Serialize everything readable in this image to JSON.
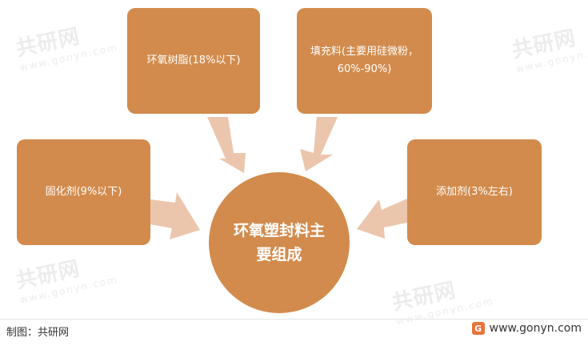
{
  "diagram": {
    "center": "环氧塑封料主要组成",
    "components": {
      "top_left": "环氧树脂(18%以下)",
      "top_right": "填充料(主要用硅微粉，60%-90%)",
      "left": "固化剂(9%以下)",
      "right": "添加剂(3%左右)"
    }
  },
  "footer": {
    "credit": "制图：共研网",
    "site": "www.gonyn.com",
    "logo_glyph": "G"
  },
  "watermark": {
    "text": "共研网",
    "subtext": "www.gonyn.com"
  },
  "colors": {
    "box": "#d28b4c",
    "arrow": "#ebc6ad",
    "text": "#ffffff"
  }
}
